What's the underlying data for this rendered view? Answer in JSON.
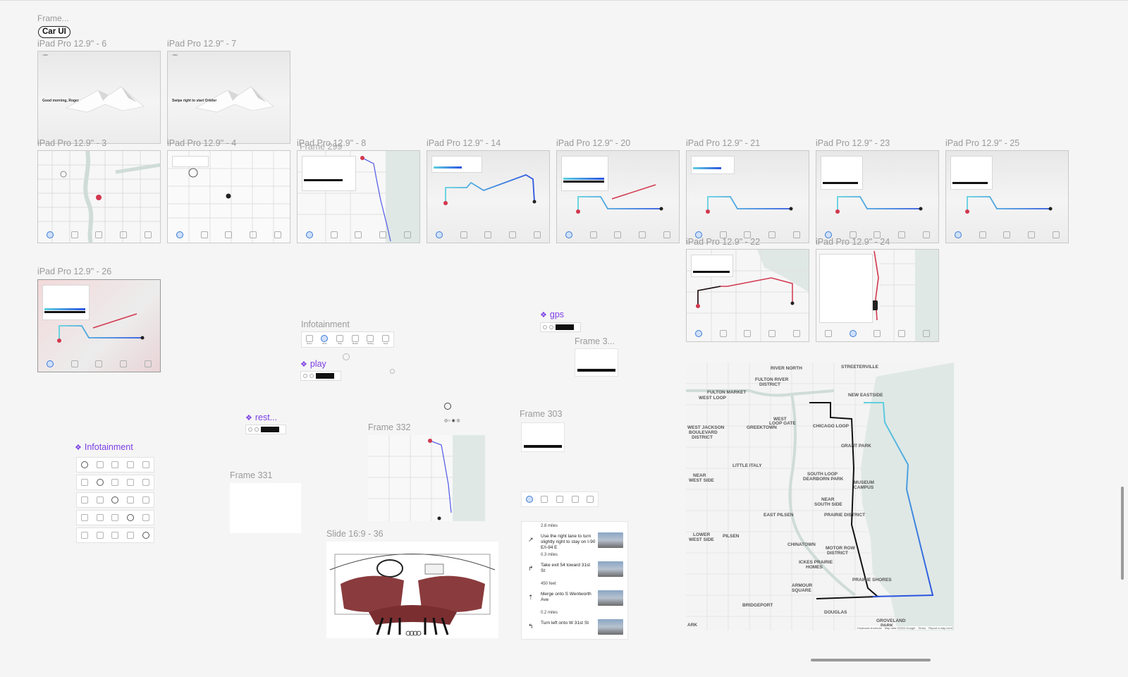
{
  "canvas": {
    "frame_group_label": "Frame...",
    "section_pill": "Car UI"
  },
  "frames": [
    {
      "id": "f6",
      "label": "iPad Pro 12.9\" - 6",
      "screen_text": "Good morning, Roger"
    },
    {
      "id": "f7",
      "label": "iPad Pro 12.9\" - 7",
      "screen_text": "Swipe right to start Orbiter"
    },
    {
      "id": "f3",
      "label": "iPad Pro 12.9\" - 3"
    },
    {
      "id": "f4",
      "label": "iPad Pro 12.9\" - 4"
    },
    {
      "id": "f8",
      "label": "iPad Pro 12.9\" - 8"
    },
    {
      "id": "f14",
      "label": "iPad Pro 12.9\" - 14"
    },
    {
      "id": "f20",
      "label": "iPad Pro 12.9\" - 20"
    },
    {
      "id": "f21",
      "label": "iPad Pro 12.9\" - 21"
    },
    {
      "id": "f23",
      "label": "iPad Pro 12.9\" - 23"
    },
    {
      "id": "f25",
      "label": "iPad Pro 12.9\" - 25"
    },
    {
      "id": "f22",
      "label": "iPad Pro 12.9\" - 22"
    },
    {
      "id": "f24",
      "label": "iPad Pro 12.9\" - 24"
    },
    {
      "id": "f26",
      "label": "iPad Pro 12.9\" - 26"
    }
  ],
  "other_labels": {
    "frame299": "Frame 299",
    "infotainment": "Infotainment",
    "frame331": "Frame 331",
    "frame332": "Frame 332",
    "frame303": "Frame 303",
    "frame3x": "Frame 3...",
    "slide36": "Slide 16:9 - 36"
  },
  "components": {
    "gps": "gps",
    "play": "play",
    "rest": "rest...",
    "infotainment": "Infotainment"
  },
  "infotainment_bar_labels": [
    "Home",
    "Ride",
    "Play",
    "Media",
    "Rating",
    "Gear"
  ],
  "directions": [
    {
      "distance": "2.8 miles",
      "text": "Use the right lane to turn slightly right to stay on I-90 E/I-94 E",
      "arrow": "↗"
    },
    {
      "distance": "0.3 miles",
      "text": "Take exit 54 toward 31st St",
      "arrow": "↱"
    },
    {
      "distance": "450 feet",
      "text": "Merge onto S Wentworth Ave",
      "arrow": "⇡"
    },
    {
      "distance": "0.2 miles",
      "text": "Turn left onto W 31st St",
      "arrow": "↰"
    }
  ],
  "big_map": {
    "neighborhoods": [
      "RIVER NORTH",
      "STREETERVILLE",
      "FULTON RIVER DISTRICT",
      "FULTON MARKET",
      "NEW EASTSIDE",
      "WEST LOOP",
      "WEST LOOP GATE",
      "CHICAGO LOOP",
      "GREEKTOWN",
      "WEST JACKSON BOULEVARD DISTRICT",
      "GRANT PARK",
      "LITTLE ITALY",
      "SOUTH LOOP",
      "DEARBORN PARK",
      "MUSEUM CAMPUS",
      "NEAR WEST SIDE",
      "NEAR SOUTH SIDE",
      "EAST PILSEN",
      "PRAIRIE DISTRICT",
      "LOWER WEST SIDE",
      "PILSEN",
      "CHINATOWN",
      "MOTOR ROW DISTRICT",
      "ICKES PRAIRIE HOMES",
      "PRAIRIE SHORES",
      "ARMOUR SQUARE",
      "BRIDGEPORT",
      "DOUGLAS",
      "GROVELAND PARK"
    ],
    "footer": [
      "Keyboard shortcuts",
      "Map data ©2024 Google",
      "Terms",
      "Report a map error"
    ]
  },
  "colors": {
    "accent_purple": "#7b3fe4",
    "route_teal": "#5fd0e0",
    "route_blue": "#2b54e0",
    "route_red": "#d2374e",
    "water": "#dfe8e5"
  }
}
